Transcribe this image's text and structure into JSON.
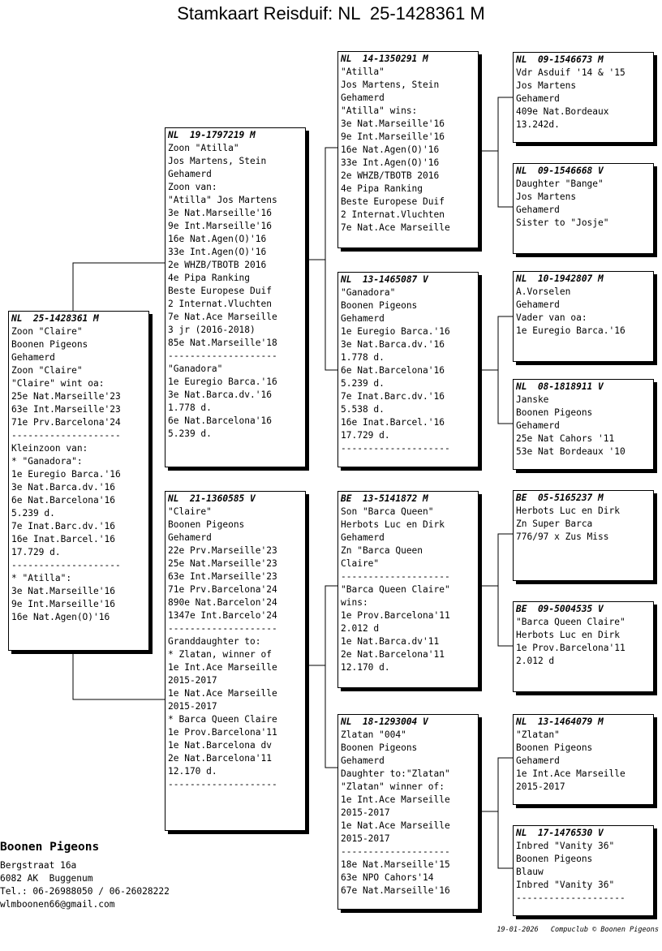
{
  "title": "Stamkaart Reisduif: NL  25-1428361 M",
  "cards": [
    {
      "id": "subject",
      "header": "NL  25-1428361 M",
      "lines": [
        "Zoon \"Claire\"",
        "Boonen Pigeons",
        "Gehamerd",
        "Zoon \"Claire\"",
        "\"Claire\" wint oa:",
        "25e Nat.Marseille'23",
        "63e Int.Marseille'23",
        "71e Prv.Barcelona'24",
        "--------------------",
        "Kleinzoon van:",
        "* \"Ganadora\":",
        "1e Euregio Barca.'16",
        "3e Nat.Barca.dv.'16",
        "6e Nat.Barcelona'16",
        "5.239 d.",
        "7e Inat.Barc.dv.'16",
        "16e Inat.Barcel.'16",
        "17.729 d.",
        "--------------------",
        "* \"Atilla\":",
        "3e Nat.Marseille'16",
        "9e Int.Marseille'16",
        "16e Nat.Agen(O)'16"
      ]
    },
    {
      "id": "father",
      "header": "NL  19-1797219 M",
      "lines": [
        "Zoon \"Atilla\"",
        "Jos Martens, Stein",
        "Gehamerd",
        "Zoon van:",
        "\"Atilla\" Jos Martens",
        "3e Nat.Marseille'16",
        "9e Int.Marseille'16",
        "16e Nat.Agen(O)'16",
        "33e Int.Agen(O)'16",
        "2e WHZB/TBOTB 2016",
        "4e Pipa Ranking",
        "Beste Europese Duif",
        "2 Internat.Vluchten",
        "7e Nat.Ace Marseille",
        "3 jr (2016-2018)",
        "85e Nat.Marseille'18",
        "--------------------",
        "\"Ganadora\"",
        "1e Euregio Barca.'16",
        "3e Nat.Barca.dv.'16",
        "1.778 d.",
        "6e Nat.Barcelona'16",
        "5.239 d."
      ]
    },
    {
      "id": "mother",
      "header": "NL  21-1360585 V",
      "lines": [
        "\"Claire\"",
        "Boonen Pigeons",
        "Gehamerd",
        "22e Prv.Marseille'23",
        "25e Nat.Marseille'23",
        "63e Int.Marseille'23",
        "71e Prv.Barcelona'24",
        "890e Nat.Barcelon'24",
        "1347e Int.Barcelo'24",
        "--------------------",
        "Granddaughter to:",
        "* Zlatan, winner of",
        "1e Int.Ace Marseille",
        "2015-2017",
        "1e Nat.Ace Marseille",
        "2015-2017",
        "* Barca Queen Claire",
        "1e Prov.Barcelona'11",
        "1e Nat.Barcelona dv",
        "2e Nat.Barcelona'11",
        "12.170 d.",
        "--------------------"
      ]
    },
    {
      "id": "ff",
      "header": "NL  14-1350291 M",
      "lines": [
        "\"Atilla\"",
        "Jos Martens, Stein",
        "Gehamerd",
        "\"Atilla\" wins:",
        "3e Nat.Marseille'16",
        "9e Int.Marseille'16",
        "16e Nat.Agen(O)'16",
        "33e Int.Agen(O)'16",
        "2e WHZB/TBOTB 2016",
        "4e Pipa Ranking",
        "Beste Europese Duif",
        "2 Internat.Vluchten",
        "7e Nat.Ace Marseille"
      ]
    },
    {
      "id": "fm",
      "header": "NL  13-1465087 V",
      "lines": [
        "\"Ganadora\"",
        "Boonen Pigeons",
        "Gehamerd",
        "1e Euregio Barca.'16",
        "3e Nat.Barca.dv.'16",
        "1.778 d.",
        "6e Nat.Barcelona'16",
        "5.239 d.",
        "7e Inat.Barc.dv.'16",
        "5.538 d.",
        "16e Inat.Barcel.'16",
        "17.729 d.",
        "--------------------"
      ]
    },
    {
      "id": "mf",
      "header": "BE  13-5141872 M",
      "lines": [
        "Son \"Barca Queen\"",
        "Herbots Luc en Dirk",
        "Gehamerd",
        "Zn \"Barca Queen",
        "Claire\"",
        "--------------------",
        "\"Barca Queen Claire\"",
        "wins:",
        "1e Prov.Barcelona'11",
        "2.012 d",
        "1e Nat.Barca.dv'11",
        "2e Nat.Barcelona'11",
        "12.170 d."
      ]
    },
    {
      "id": "mm",
      "header": "NL  18-1293004 V",
      "lines": [
        "Zlatan \"004\"",
        "Boonen Pigeons",
        "Gehamerd",
        "Daughter to:\"Zlatan\"",
        "\"Zlatan\" winner of:",
        "1e Int.Ace Marseille",
        "2015-2017",
        "1e Nat.Ace Marseille",
        "2015-2017",
        "--------------------",
        "18e Nat.Marseille'15",
        "63e NPO Cahors'14",
        "67e Nat.Marseille'16"
      ]
    },
    {
      "id": "fff",
      "header": "NL  09-1546673 M",
      "lines": [
        "Vdr Asduif '14 & '15",
        "Jos Martens",
        "Gehamerd",
        "409e Nat.Bordeaux",
        "13.242d."
      ]
    },
    {
      "id": "ffm",
      "header": "NL  09-1546668 V",
      "lines": [
        "Daughter \"Bange\"",
        "Jos Martens",
        "Gehamerd",
        "Sister to \"Josje\""
      ]
    },
    {
      "id": "fmf",
      "header": "NL  10-1942807 M",
      "lines": [
        "",
        "A.Vorselen",
        "Gehamerd",
        "Vader van oa:",
        "1e Euregio Barca.'16"
      ]
    },
    {
      "id": "fmm",
      "header": "NL  08-1818911 V",
      "lines": [
        "Janske",
        "Boonen Pigeons",
        "Gehamerd",
        "25e Nat Cahors '11",
        "53e Nat Bordeaux '10"
      ]
    },
    {
      "id": "mff",
      "header": "BE  05-5165237 M",
      "lines": [
        "",
        "Herbots Luc en Dirk",
        "",
        "Zn Super Barca",
        "776/97 x Zus Miss"
      ]
    },
    {
      "id": "mfm",
      "header": "BE  09-5004535 V",
      "lines": [
        "\"Barca Queen Claire\"",
        "Herbots Luc en Dirk",
        "",
        "1e Prov.Barcelona'11",
        "2.012 d"
      ]
    },
    {
      "id": "mmf",
      "header": "NL  13-1464079 M",
      "lines": [
        "\"Zlatan\"",
        "Boonen Pigeons",
        "Gehamerd",
        "1e Int.Ace Marseille",
        "2015-2017"
      ]
    },
    {
      "id": "mmm",
      "header": "NL  17-1476530 V",
      "lines": [
        "Inbred \"Vanity 36\"",
        "Boonen Pigeons",
        "Blauw",
        "Inbred \"Vanity 36\"",
        "--------------------"
      ]
    }
  ],
  "breeder": {
    "name": "Boonen Pigeons",
    "lines": [
      "Bergstraat 16a",
      "6082 AK  Buggenum",
      "Tel.: 06-26988050 / 06-26028222",
      "wlmboonen66@gmail.com"
    ]
  },
  "footer": "19-01-2026   Compuclub © Boonen Pigeons"
}
